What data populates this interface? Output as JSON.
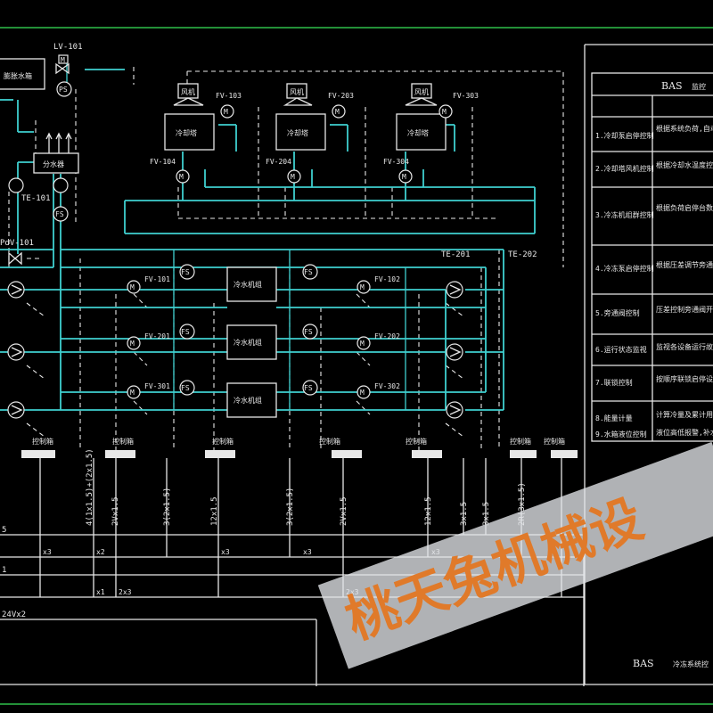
{
  "drawing": {
    "table_title": "BAS",
    "table_title_suffix": "监控",
    "bottom_title": "BAS",
    "bottom_title_suffix": "冷冻系统控",
    "watermark": "桃天兔机械设"
  },
  "equipment": {
    "cooling_water_tank": "膨胀水箱",
    "water_separator": "分水器",
    "chiller": "冷水机组",
    "cooling_tower": "冷却塔",
    "fan": "风机",
    "cabinet": "控制箱"
  },
  "tags": {
    "lv101": "LV-101",
    "te101": "TE-101",
    "pdv101": "PdV-101",
    "fv103": "FV-103",
    "fv203": "FV-203",
    "fv303": "FV-303",
    "fv104": "FV-104",
    "fv204": "FV-204",
    "fv304": "FV-304",
    "te201": "TE-201",
    "te202": "TE-202",
    "fv101": "FV-101",
    "fv201": "FV-201",
    "fv301": "FV-301",
    "fv102": "FV-102",
    "fv202": "FV-202",
    "fv302": "FV-302"
  },
  "symbols": {
    "valve_m": "M",
    "sensor_p": "PS",
    "sensor_f": "FS"
  },
  "cables": [
    "4(1x1.5)+(2x1.5)",
    "2Vx1.5",
    "3(2x1.5)",
    "12x1.5",
    "3(2x1.5)",
    "2Vx1.5",
    "12x1.5",
    "3x1.5",
    "3x1.5",
    "2R(3x1.5)"
  ],
  "bus_labels": {
    "b1": "5",
    "b2": "1",
    "b3": "24Vx2",
    "w1": "x3",
    "w2": "x2",
    "w3": "x1",
    "w4": "2x3"
  },
  "table_rows": [
    {
      "no": "1.冷却泵启停控制",
      "desc": "根据系统负荷,自动控制冷却水泵的启停"
    },
    {
      "no": "2.冷却塔风机控制",
      "desc": "根据冷却水温度控制风机启停台数"
    },
    {
      "no": "3.冷冻机组群控制",
      "desc": "根据负荷启停台数,联锁控制"
    },
    {
      "no": "4.冷冻泵启停控制",
      "desc": "根据压差调节旁通阀"
    },
    {
      "no": "5.旁通阀控制",
      "desc": "压差控制旁通阀开度"
    },
    {
      "no": "6.运行状态监视",
      "desc": "监视各设备运行故障状态"
    },
    {
      "no": "7.联锁控制",
      "desc": "按顺序联锁启停设备"
    },
    {
      "no": "8.能量计量",
      "desc": "计算冷量及累计用量"
    },
    {
      "no": "9.水箱液位控制",
      "desc": "液位高低报警,补水控制"
    }
  ]
}
